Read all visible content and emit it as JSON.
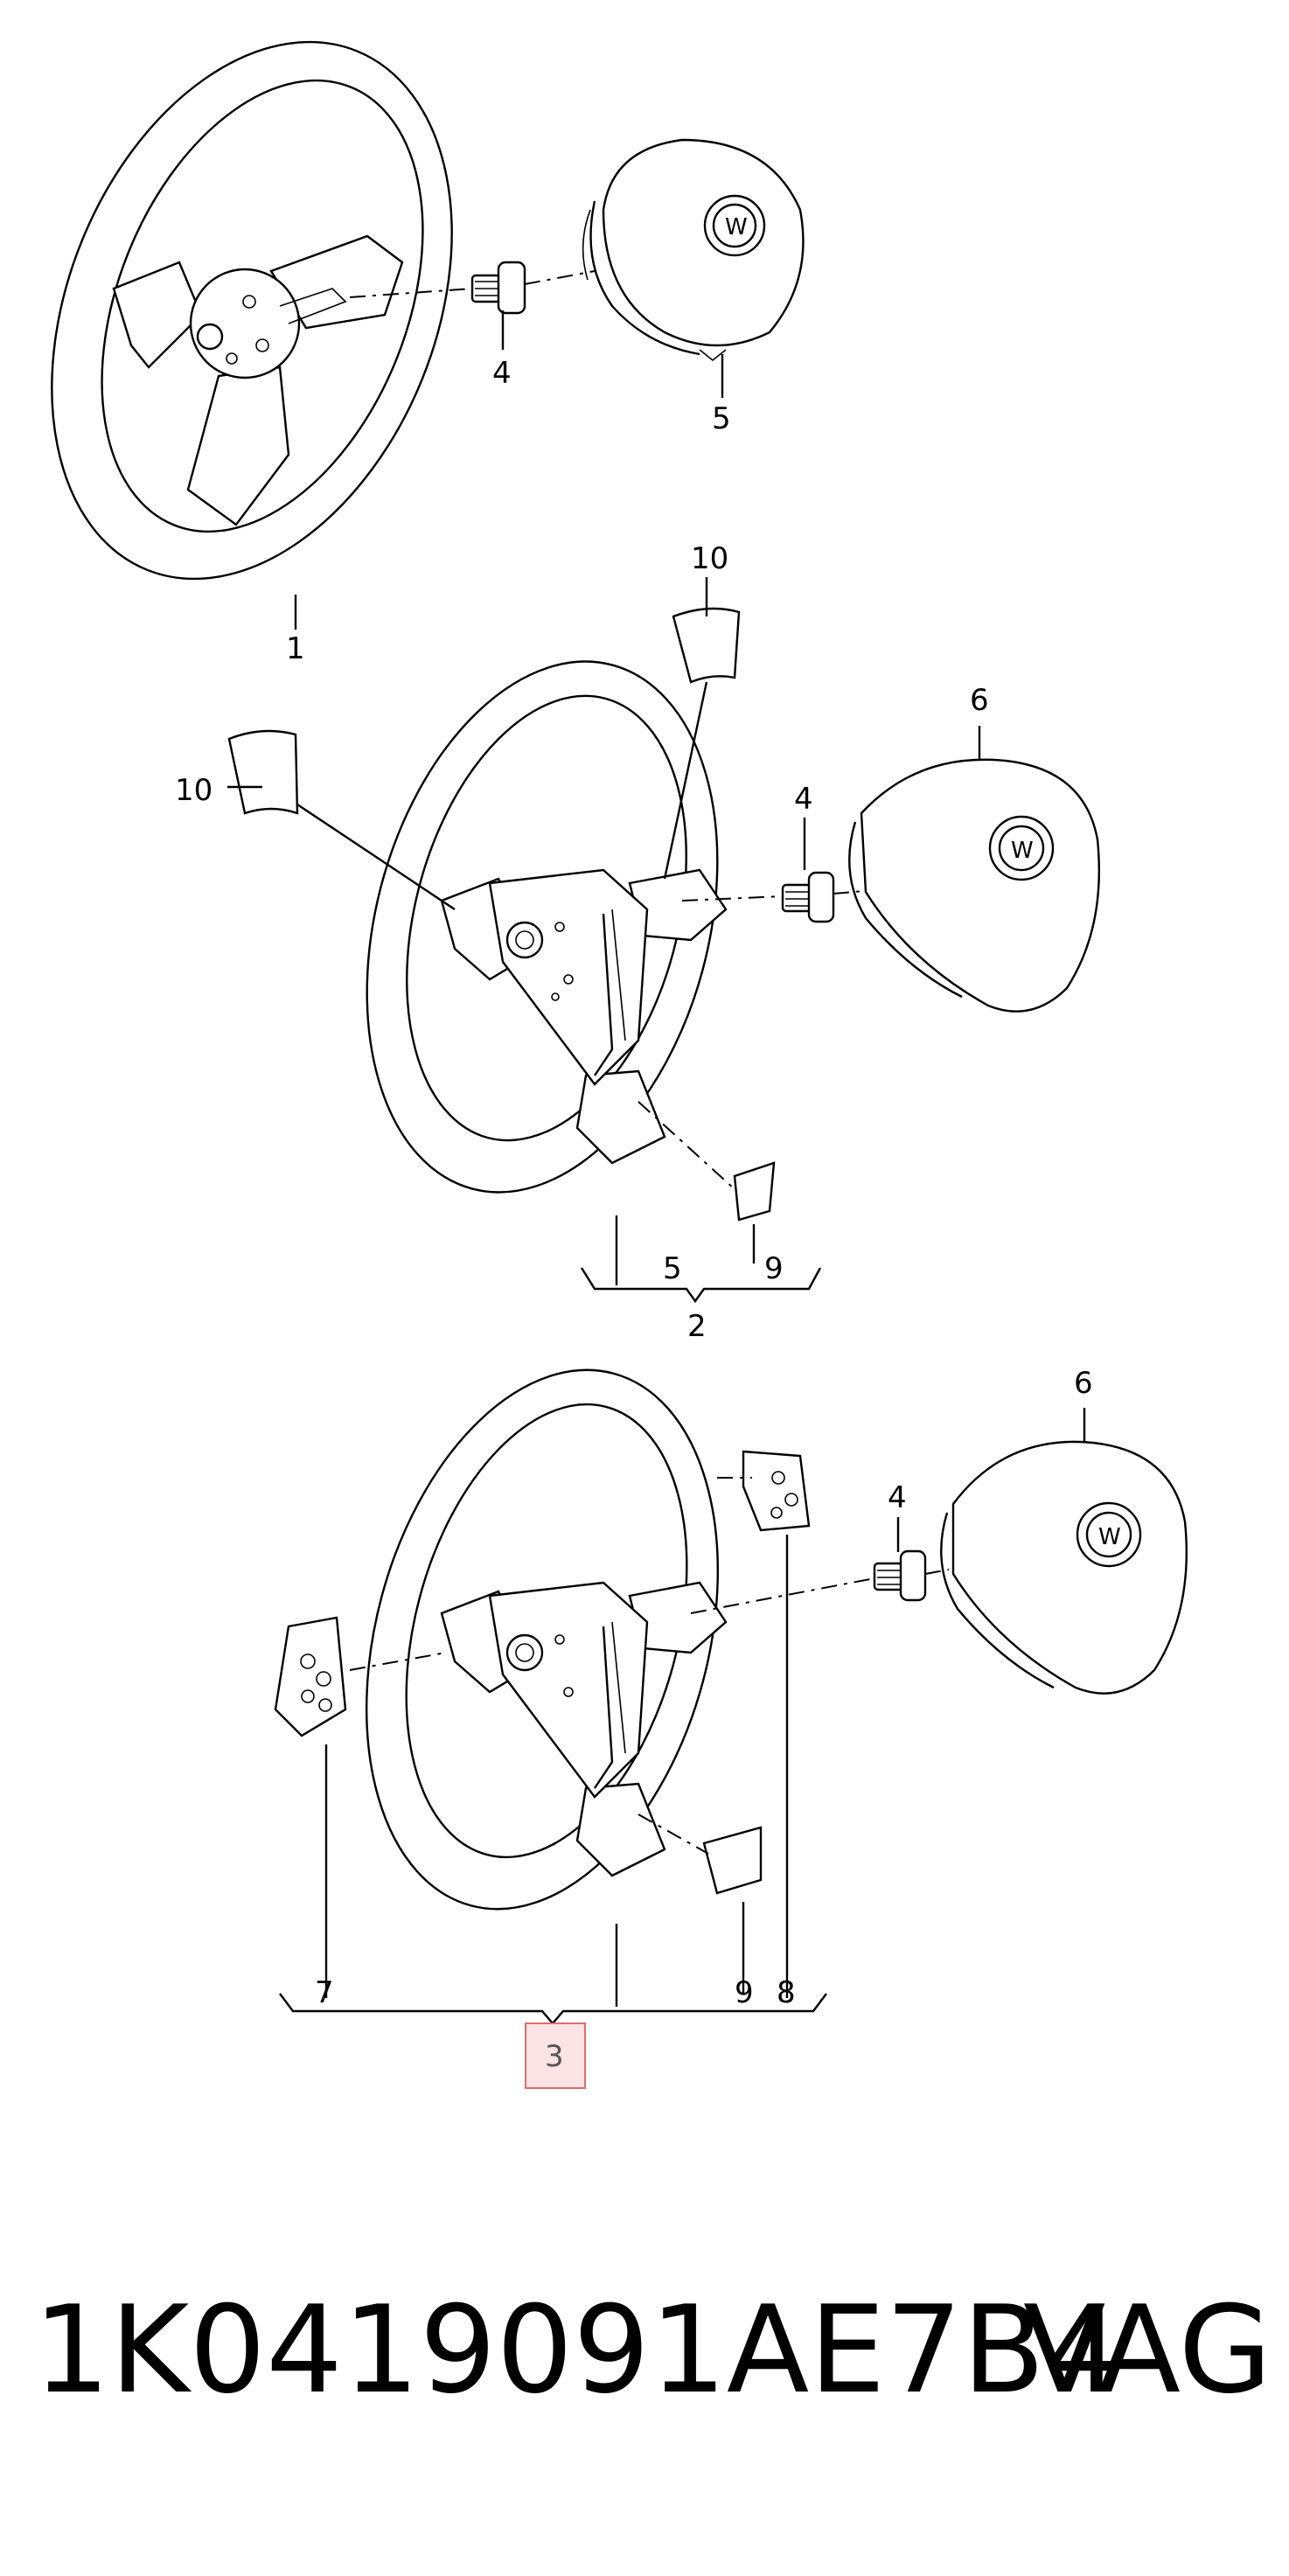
{
  "callouts": {
    "c1": "1",
    "c2": "2",
    "c3": "3",
    "c4_top": "4",
    "c5_top": "5",
    "c10_right": "10",
    "c10_left": "10",
    "c6_mid": "6",
    "c4_mid": "4",
    "c5_mid": "5",
    "c9_mid": "9",
    "c6_bot": "6",
    "c4_bot": "4",
    "c7_bot": "7",
    "c9_bot": "9",
    "c8_bot": "8"
  },
  "highlight": {
    "label": "3",
    "fill": "#fde4e4",
    "stroke": "#e06b6b"
  },
  "footer": {
    "part_number": "1K0419091AE7B4",
    "brand": "VAG"
  }
}
